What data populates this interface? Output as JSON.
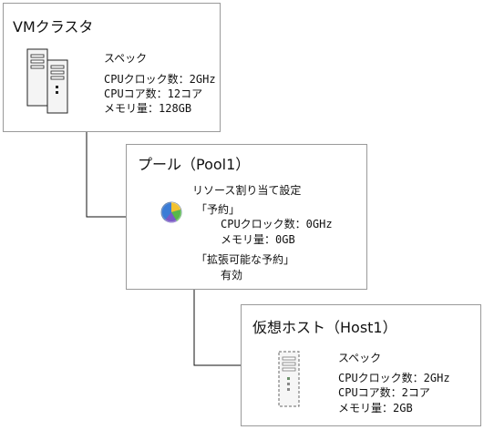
{
  "cluster": {
    "title": "VMクラスタ",
    "heading": "スペック",
    "rows": [
      "CPUクロック数：2GHz",
      "CPUコア数：12コア",
      "メモリ量：128GB"
    ]
  },
  "pool": {
    "title": "プール（Pool1）",
    "heading": "リソース割り当て設定",
    "reservation_label": "「予約」",
    "reservation_rows": [
      "CPUクロック数：0GHz",
      "メモリ量：0GB"
    ],
    "expandable_label": "「拡張可能な予約」",
    "expandable_value": "有効"
  },
  "host": {
    "title": "仮想ホスト（Host1）",
    "heading": "スペック",
    "rows": [
      "CPUクロック数：2GHz",
      "CPUコア数：2コア",
      "メモリ量：2GB"
    ]
  }
}
